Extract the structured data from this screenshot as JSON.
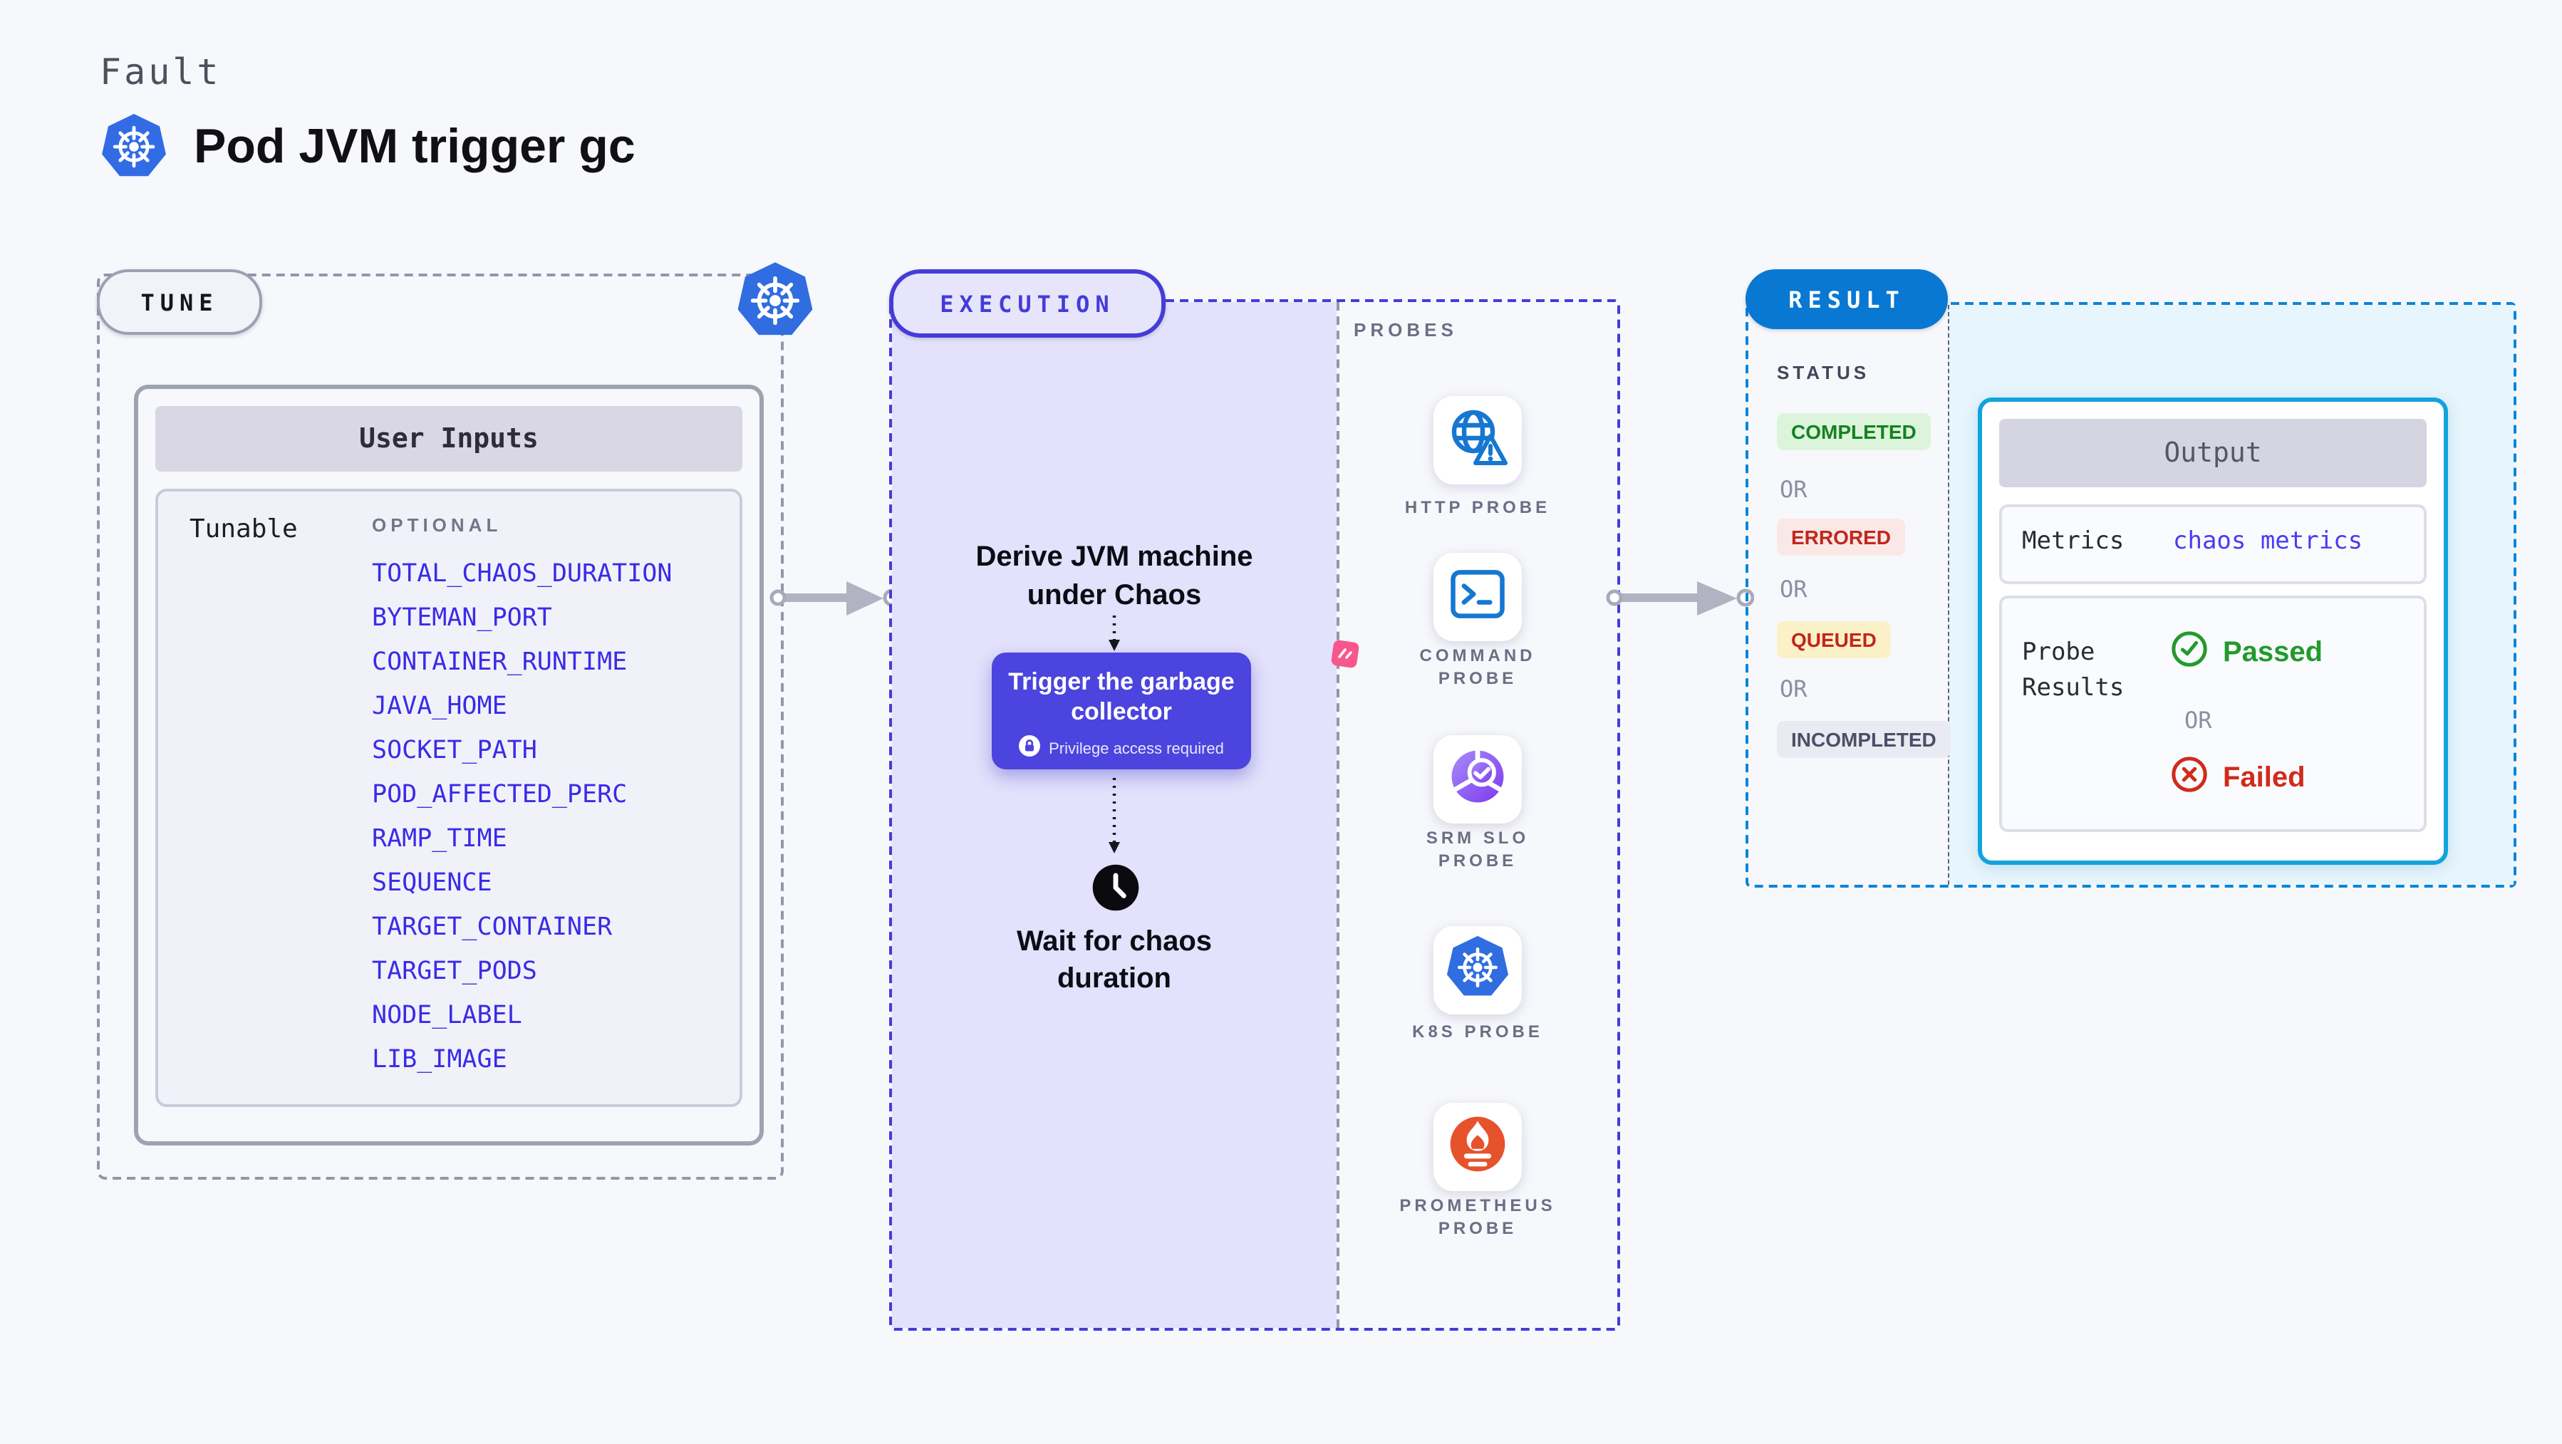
{
  "colors": {
    "page_bg": "#F7F8FC",
    "accent_indigo": "#443CD8",
    "action_box_indigo": "#4B44DE",
    "lavender_fill": "#E3E1FB",
    "result_pill_blue": "#0878D2",
    "result_border_blue": "#0B85D8",
    "output_border_cyan": "#12A3DC",
    "link_blue": "#3A2BE8",
    "metrics_value_blue": "#4A3BF2",
    "passed_green": "#229A2C",
    "failed_red": "#D02B1C",
    "completed_fg": "#158220",
    "completed_bg": "#DCF4DC",
    "errored_fg": "#C2261A",
    "errored_bg": "#FAE8E7",
    "queued_fg": "#C2261A",
    "queued_bg": "#FBF1C8",
    "incompleted_fg": "#4E4E68",
    "incompleted_bg": "#EAEAF2",
    "kubernetes_blue": "#326CE5",
    "probe_icon_blue": "#1577D2",
    "srm_purple": "#7C3AED",
    "prometheus_orange": "#E6522C",
    "chaos_pink": "#F7578C",
    "arrow_gray": "#B2B2C2"
  },
  "header": {
    "eyebrow": "Fault",
    "title": "Pod JVM trigger gc",
    "icon": "kubernetes-icon"
  },
  "tune": {
    "badge": "TUNE",
    "user_inputs": {
      "title": "User Inputs",
      "row_label": "Tunable",
      "group_label": "OPTIONAL",
      "items": [
        "TOTAL_CHAOS_DURATION",
        "BYTEMAN_PORT",
        "CONTAINER_RUNTIME",
        "JAVA_HOME",
        "SOCKET_PATH",
        "POD_AFFECTED_PERC",
        "RAMP_TIME",
        "SEQUENCE",
        "TARGET_CONTAINER",
        "TARGET_PODS",
        "NODE_LABEL",
        "LIB_IMAGE"
      ]
    }
  },
  "execution": {
    "badge": "EXECUTION",
    "derive_line1": "Derive JVM machine",
    "derive_line2": "under Chaos",
    "action": {
      "line1": "Trigger the garbage",
      "line2": "collector",
      "privilege_note": "Privilege access required"
    },
    "wait_line1": "Wait for chaos",
    "wait_line2": "duration"
  },
  "probes": {
    "label": "PROBES",
    "items": [
      {
        "name": "http-probe",
        "lines": [
          "HTTP PROBE",
          ""
        ]
      },
      {
        "name": "command-probe",
        "lines": [
          "COMMAND",
          "PROBE"
        ]
      },
      {
        "name": "srm-slo-probe",
        "lines": [
          "SRM SLO",
          "PROBE"
        ]
      },
      {
        "name": "k8s-probe",
        "lines": [
          "K8S PROBE",
          ""
        ]
      },
      {
        "name": "prometheus-probe",
        "lines": [
          "PROMETHEUS",
          "PROBE"
        ]
      }
    ]
  },
  "result": {
    "badge": "RESULT",
    "status": {
      "label": "STATUS",
      "or": "OR",
      "completed": "COMPLETED",
      "errored": "ERRORED",
      "queued": "QUEUED",
      "incompleted": "INCOMPLETED"
    },
    "output": {
      "title": "Output",
      "metrics_label": "Metrics",
      "metrics_value": "chaos metrics",
      "probe_results_line1": "Probe",
      "probe_results_line2": "Results",
      "passed": "Passed",
      "or": "OR",
      "failed": "Failed"
    }
  }
}
